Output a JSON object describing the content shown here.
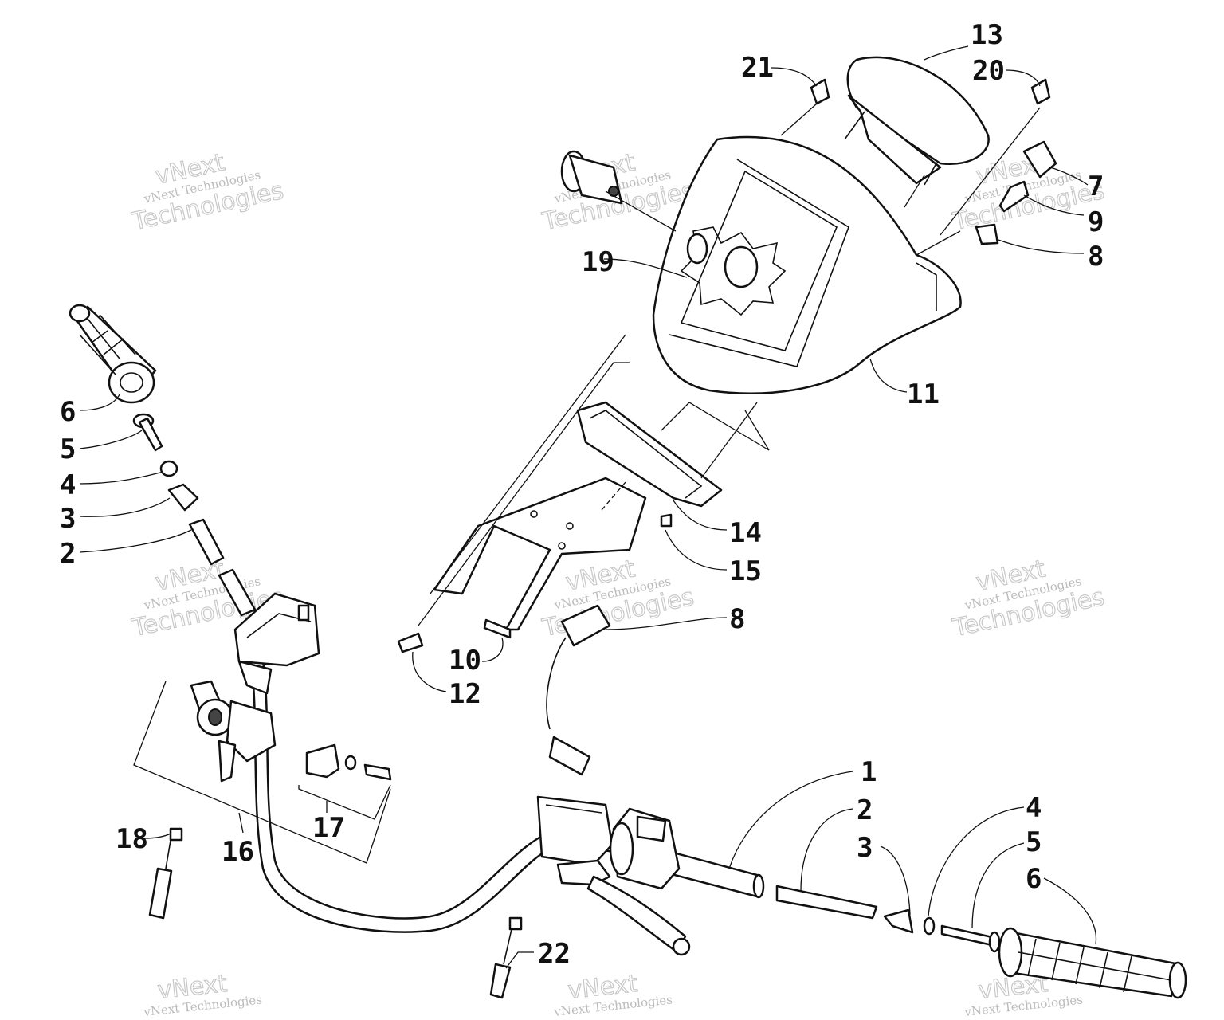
{
  "callouts": [
    "1",
    "2",
    "3",
    "4",
    "5",
    "6",
    "7",
    "8",
    "9",
    "10",
    "11",
    "12",
    "13",
    "14",
    "15",
    "16",
    "17",
    "18",
    "19",
    "20",
    "21",
    "22"
  ],
  "left_callouts": [
    "6",
    "5",
    "4",
    "3",
    "2"
  ],
  "right_callouts": [
    "1",
    "2",
    "3",
    "4",
    "5",
    "6"
  ],
  "watermark": {
    "line1": "vNext Technologies",
    "line2": "vNext",
    "line3": "Technologies"
  }
}
